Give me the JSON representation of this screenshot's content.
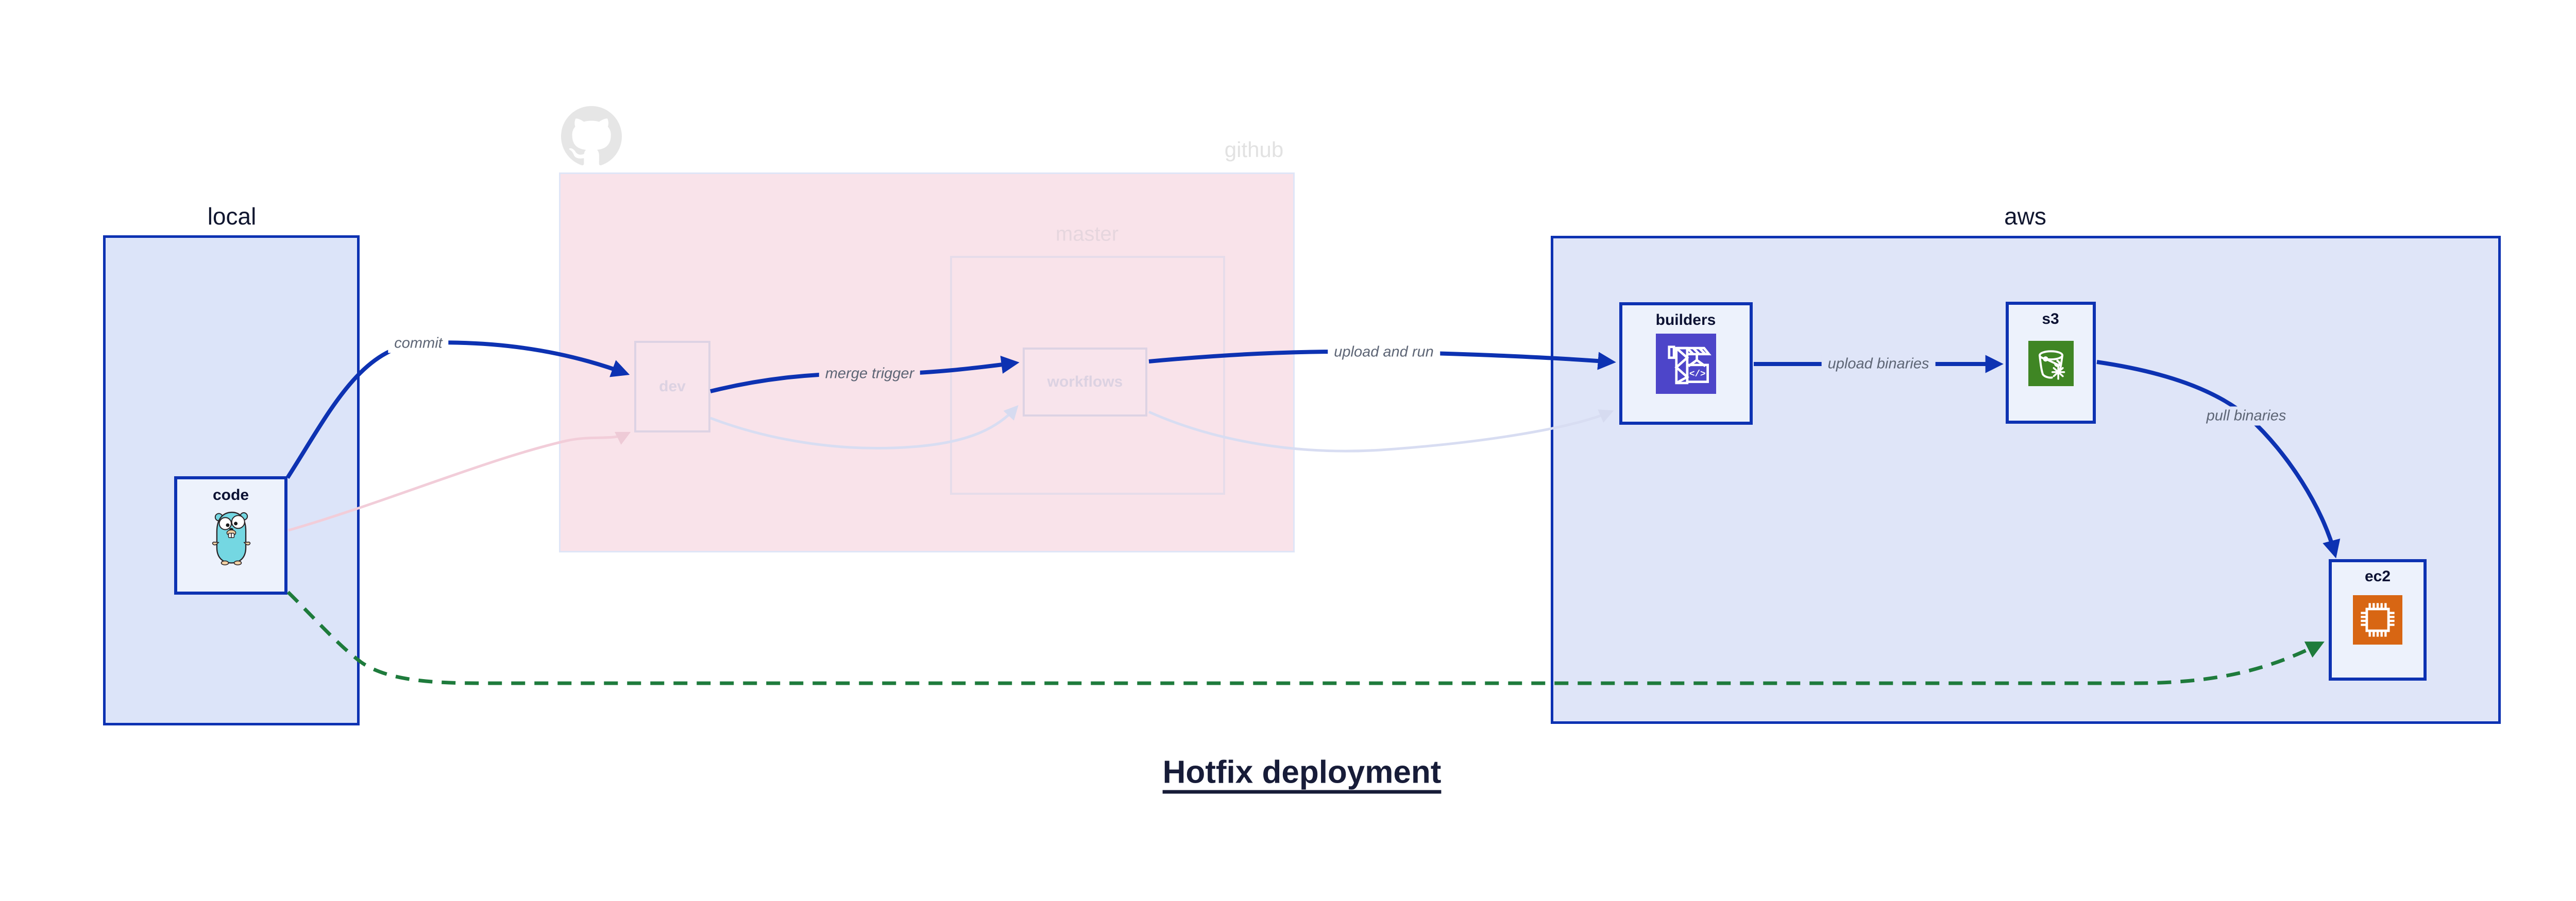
{
  "diagram_title": "Hotfix deployment",
  "containers": {
    "local": {
      "label": "local"
    },
    "github": {
      "label": "github"
    },
    "master": {
      "label": "master"
    },
    "aws": {
      "label": "aws"
    }
  },
  "nodes": {
    "code": {
      "label": "code",
      "icon": "go-gopher-icon"
    },
    "dev": {
      "label": "dev",
      "state": "faded"
    },
    "workflows": {
      "label": "workflows",
      "state": "faded"
    },
    "builders": {
      "label": "builders",
      "icon": "aws-codebuild-icon"
    },
    "s3": {
      "label": "s3",
      "icon": "aws-s3-bucket-icon"
    },
    "ec2": {
      "label": "ec2",
      "icon": "aws-ec2-chip-icon"
    }
  },
  "edge_labels": {
    "commit": "commit",
    "merge_trigger": "merge trigger",
    "upload_and_run": "upload and run",
    "upload_binaries": "upload binaries",
    "pull_binaries": "pull binaries"
  },
  "edges": [
    {
      "from": "code",
      "to": "dev",
      "label": "commit",
      "style": "solid-blue"
    },
    {
      "from": "dev",
      "to": "workflows",
      "label": "merge trigger",
      "style": "solid-blue"
    },
    {
      "from": "workflows",
      "to": "builders",
      "label": "upload and run",
      "style": "solid-blue"
    },
    {
      "from": "builders",
      "to": "s3",
      "label": "upload binaries",
      "style": "solid-blue"
    },
    {
      "from": "s3",
      "to": "ec2",
      "label": "pull binaries",
      "style": "solid-blue"
    },
    {
      "from": "code",
      "to": "ec2",
      "label": "",
      "style": "dashed-green"
    },
    {
      "from": "code",
      "to": "dev",
      "label": "",
      "style": "faded-pink"
    },
    {
      "from": "dev",
      "to": "workflows",
      "label": "",
      "style": "faded-lavender"
    },
    {
      "from": "workflows",
      "to": "builders",
      "label": "",
      "style": "faded-lavender"
    }
  ],
  "colors": {
    "accent_blue": "#0d32b2",
    "dashed_green": "#1e7b3c",
    "container_fill_blue": "#dce4f9",
    "container_fill_pink": "#f9e3ea",
    "node_fill": "#edf2fc",
    "faded_border": "#ddd3e4",
    "faded_edge_pink": "#f2cdd9",
    "faded_edge_lavender": "#d8ddf2",
    "edge_label_gray": "#5d6575",
    "title_navy": "#171c38",
    "codebuild_purple": "#4d45c9",
    "s3_green": "#3f8624",
    "ec2_orange": "#d86613",
    "gopher_teal": "#74d7e2"
  }
}
